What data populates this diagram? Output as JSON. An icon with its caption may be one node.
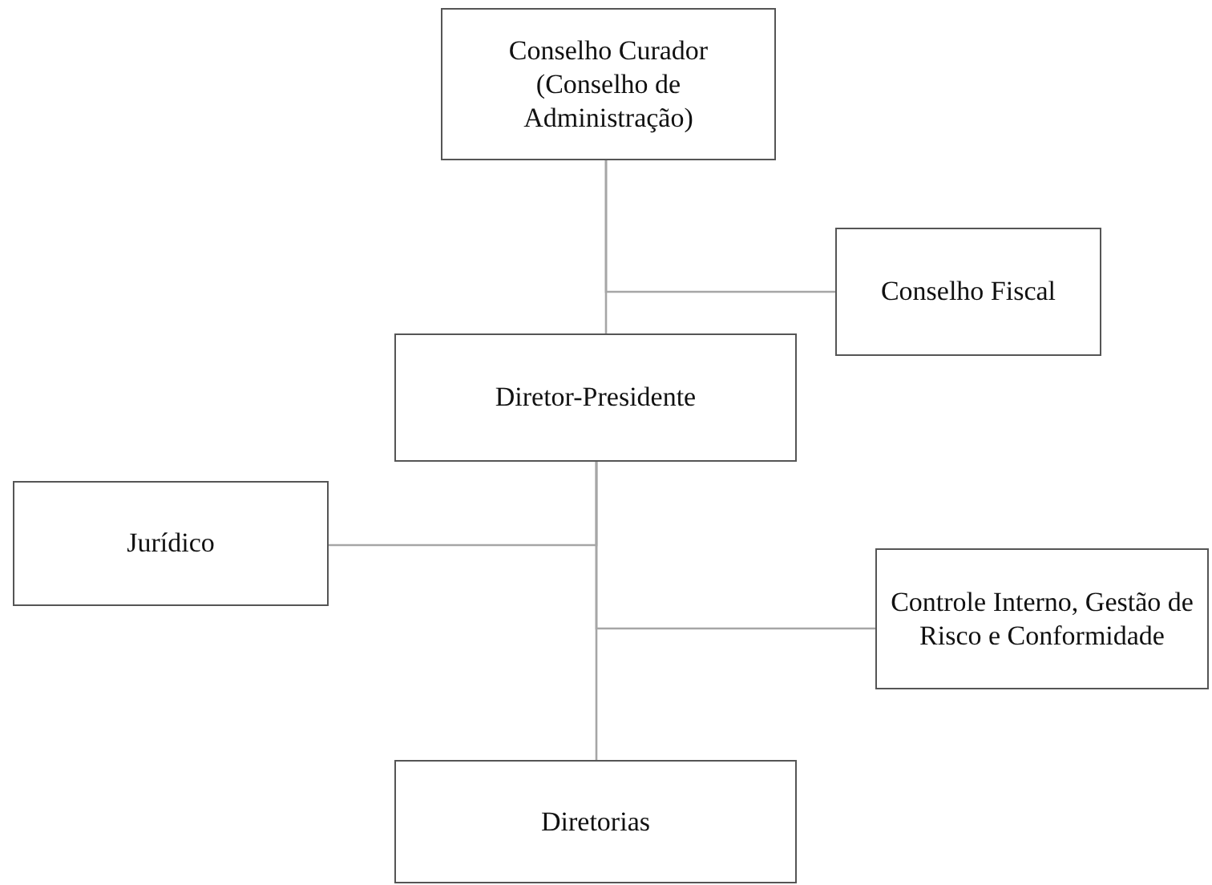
{
  "diagram": {
    "nodes": [
      {
        "text": [
          "Conselho Curador (Conselho de Administração)"
        ]
      },
      {
        "text": [
          "Conselho Fiscal"
        ]
      },
      {
        "text": [
          "Diretor-Presidente"
        ]
      },
      {
        "text": [
          "Jurídico"
        ]
      },
      {
        "text": [
          "Controle Interno, Gestão de Risco e Conformidade"
        ]
      },
      {
        "text": [
          "Diretorias"
        ]
      }
    ],
    "edges": [
      {
        "from": 0,
        "to": 2,
        "arrow": "none"
      },
      {
        "from": 0,
        "to": 1,
        "arrow": "none"
      },
      {
        "from": 2,
        "to": 5,
        "arrow": "none"
      },
      {
        "from": 2,
        "to": 3,
        "arrow": "none"
      },
      {
        "from": 2,
        "to": 4,
        "arrow": "none"
      }
    ]
  }
}
